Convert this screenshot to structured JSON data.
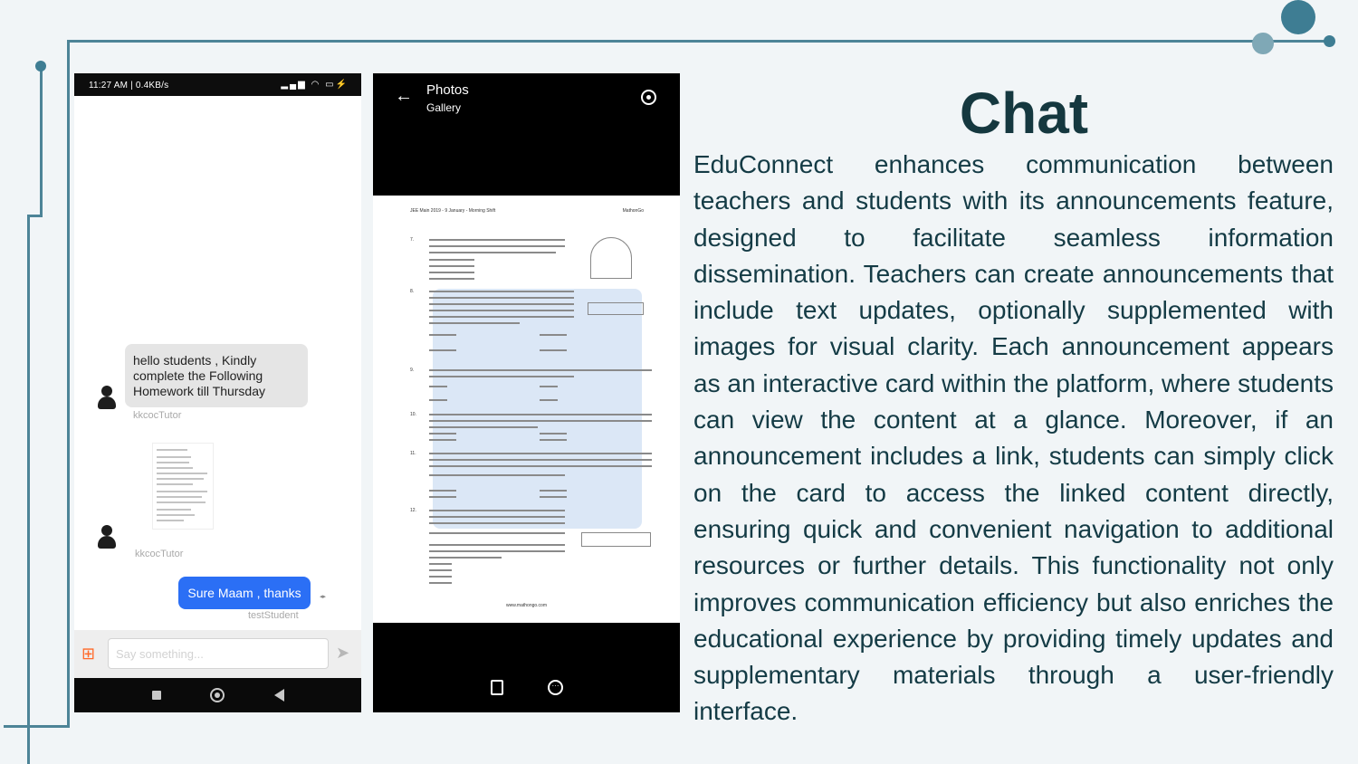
{
  "slide": {
    "title": "Chat",
    "body": "EduConnect enhances communication between teachers and students with its announcements feature, designed to facilitate seamless information dissemination. Teachers can create announcements that include text updates, optionally supplemented with images for visual clarity. Each announcement appears as an interactive card within the platform, where students can view the content at a glance. Moreover, if an announcement includes a link, students can simply click on the card to access the linked content directly, ensuring quick and convenient navigation to additional resources or further details. This functionality not only improves communication efficiency but also enriches the educational experience by providing timely updates and supplementary materials through a user-friendly interface."
  },
  "chat_phone": {
    "status_time": "11:27 AM | 0.4KB/s",
    "messages": [
      {
        "text": "hello students , Kindly complete the Following Homework till Thursday",
        "sender": "kkcocTutor"
      },
      {
        "sender": "kkcocTutor"
      },
      {
        "text": "Sure Maam , thanks",
        "sender": "testStudent"
      }
    ],
    "composer_placeholder": "Say something..."
  },
  "photo_phone": {
    "title": "Photos",
    "subtitle": "Gallery",
    "doc_header_left": "JEE Main 2019 - 9 January - Morning Shift",
    "doc_header_right": "MathonGo",
    "doc_footer": "www.mathongo.com",
    "question_numbers": [
      "7.",
      "8.",
      "9.",
      "10.",
      "11.",
      "12."
    ]
  },
  "colors": {
    "accent_line": "#4d8497",
    "title": "#15383f",
    "bubble_out": "#2b6ff5"
  }
}
